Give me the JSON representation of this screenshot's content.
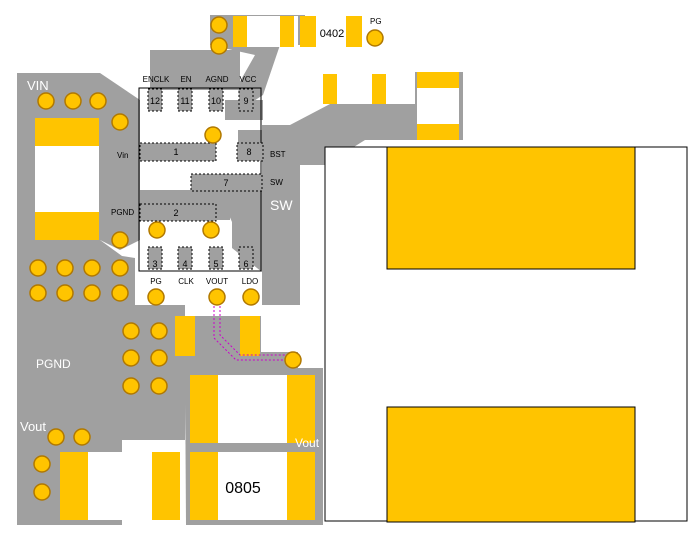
{
  "layout_title": "",
  "components": {
    "package_0402": "0402",
    "package_0805": "0805"
  },
  "nets": {
    "vin": "VIN",
    "vin_pin": "Vin",
    "sw": "SW",
    "sw_pin": "SW",
    "bst": "BST",
    "pgnd": "PGND",
    "pgnd_pin": "PGND",
    "vout_left": "Vout",
    "vout_right": "Vout",
    "pg_top": "PG"
  },
  "ic_top_pins": [
    {
      "name": "ENCLK",
      "number": "12"
    },
    {
      "name": "EN",
      "number": "11"
    },
    {
      "name": "AGND",
      "number": "10"
    },
    {
      "name": "VCC",
      "number": "9"
    }
  ],
  "ic_bottom_pins": [
    {
      "name": "PG",
      "number": "3"
    },
    {
      "name": "CLK",
      "number": "4"
    },
    {
      "name": "VOUT",
      "number": "5"
    },
    {
      "name": "LDO",
      "number": "6"
    }
  ],
  "ic_pad_numbers": {
    "vin": "1",
    "pgnd": "2",
    "sw": "7",
    "bst": "8"
  },
  "colors": {
    "copper": "#a0a0a0",
    "pad": "#ffc400",
    "via_ring": "#f0a800",
    "routing": "#cc00cc",
    "background": "#ffffff"
  }
}
